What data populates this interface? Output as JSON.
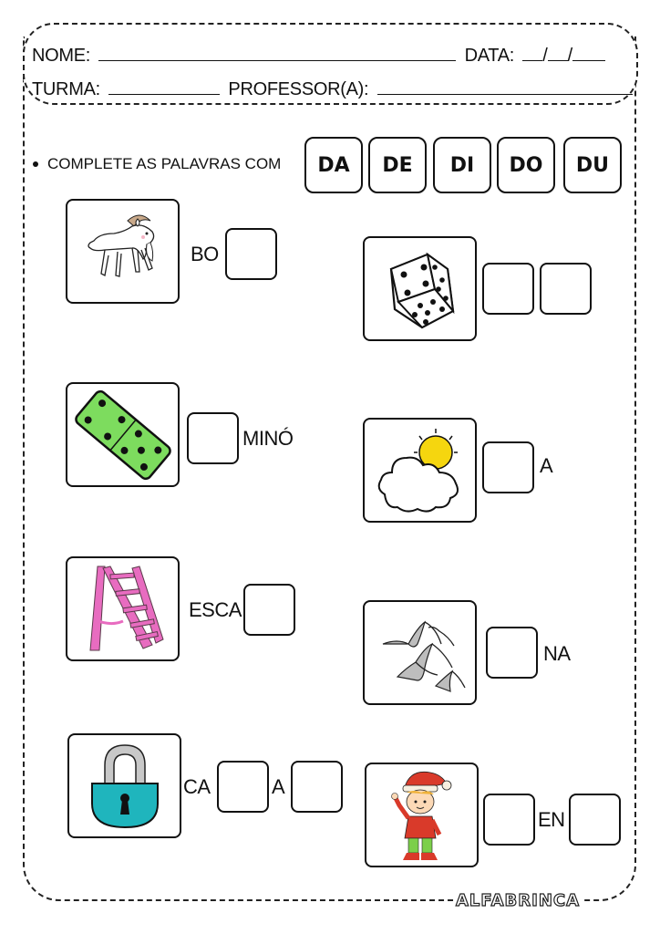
{
  "header": {
    "name_label": "NOME:",
    "date_label": "DATA:",
    "date_sep1": "/",
    "date_sep2": "/",
    "class_label": "TURMA:",
    "teacher_label": "PROFESSOR(A):"
  },
  "instruction": {
    "text": "COMPLETE AS PALAVRAS COM"
  },
  "syllables": [
    "DA",
    "DE",
    "DI",
    "DO",
    "DU"
  ],
  "exercises": [
    {
      "image": "goat",
      "parts": [
        "BO",
        "[ ]"
      ]
    },
    {
      "image": "dice",
      "parts": [
        "[ ]",
        "[ ]"
      ]
    },
    {
      "image": "domino",
      "parts": [
        "[ ]",
        "MINÓ"
      ]
    },
    {
      "image": "cloud-sun",
      "parts": [
        "[ ]",
        "A"
      ]
    },
    {
      "image": "ladder",
      "parts": [
        "ESCA",
        "[ ]"
      ]
    },
    {
      "image": "dunes",
      "parts": [
        "[ ]",
        "NA"
      ]
    },
    {
      "image": "padlock",
      "parts": [
        "CA",
        "[ ]",
        "A",
        "[ ]"
      ]
    },
    {
      "image": "elf",
      "parts": [
        "[ ]",
        "EN",
        "[ ]"
      ]
    }
  ],
  "words": {
    "goat_prefix": "BO",
    "domino_suffix": "MINÓ",
    "cloud_suffix": "A",
    "ladder_prefix": "ESCA",
    "dunes_suffix": "NA",
    "padlock_prefix": "CA",
    "padlock_middle": "A",
    "elf_middle": "EN"
  },
  "footer": {
    "brand": "ALFABRINCA"
  },
  "colors": {
    "domino_green": "#7ddc5e",
    "sun_yellow": "#f5d60f",
    "ladder_pink": "#e86cc0",
    "padlock_teal": "#1fb5bd",
    "shackle_gray": "#c8c8c8",
    "elf_red": "#d93a2a",
    "elf_green": "#7ccf4a"
  }
}
